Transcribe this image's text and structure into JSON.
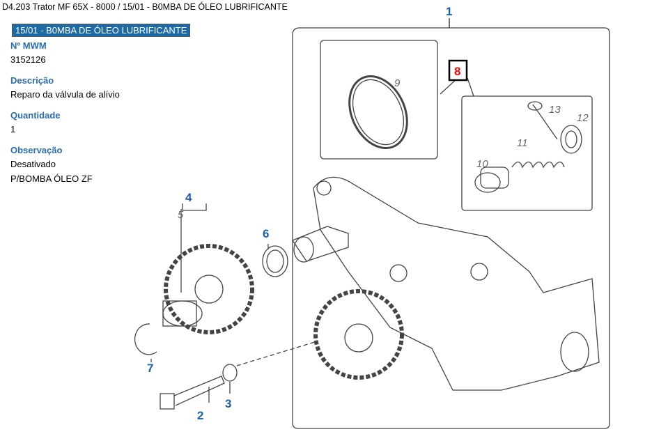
{
  "breadcrumb": "D4.203 Trator MF 65X - 8000  /  15/01 - B0MBA DE ÓLEO LUBRIFICANTE",
  "section_title": "15/01 - B0MBA DE ÓLEO LUBRIFICANTE",
  "fields": [
    {
      "label": "Nº MWM",
      "value": "3152126"
    },
    {
      "label": "Descrição",
      "value": "Reparo da válvula de alívio"
    },
    {
      "label": "Quantidade",
      "value": "1"
    },
    {
      "label": "Observação",
      "value": "Desativado",
      "value2": "P/BOMBA ÓLEO ZF"
    }
  ],
  "diagram": {
    "callouts": [
      "1",
      "2",
      "3",
      "4",
      "5",
      "6",
      "7",
      "8",
      "9",
      "10",
      "11",
      "12",
      "13"
    ],
    "selected": "8",
    "selected_color": "#ff0000",
    "callout_color": "#1d5fa8"
  }
}
